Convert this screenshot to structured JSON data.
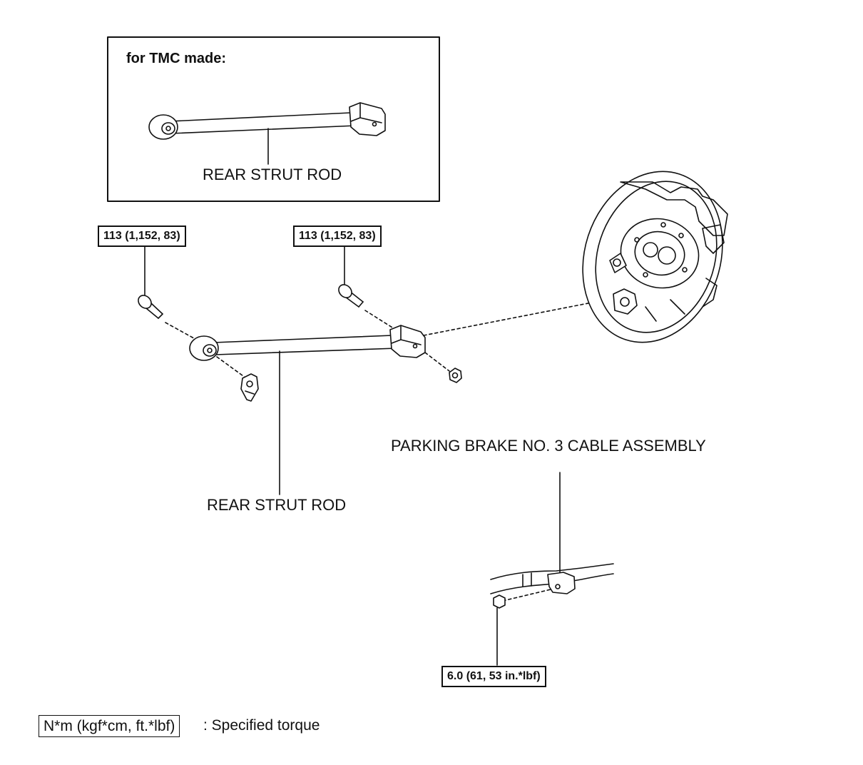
{
  "inset": {
    "heading": "for TMC made:",
    "part_label": "REAR STRUT ROD"
  },
  "torque_labels": {
    "left_bolt": "113 (1,152, 83)",
    "right_bolt": "113 (1,152, 83)",
    "cable_bolt": "6.0 (61, 53 in.*lbf)"
  },
  "parts": {
    "rear_strut_rod": "REAR STRUT ROD",
    "parking_brake_cable": "PARKING BRAKE NO. 3 CABLE ASSEMBLY"
  },
  "legend": {
    "units": "N*m (kgf*cm, ft.*lbf)",
    "meaning": ": Specified torque"
  },
  "colors": {
    "line": "#111111",
    "background": "#ffffff"
  }
}
